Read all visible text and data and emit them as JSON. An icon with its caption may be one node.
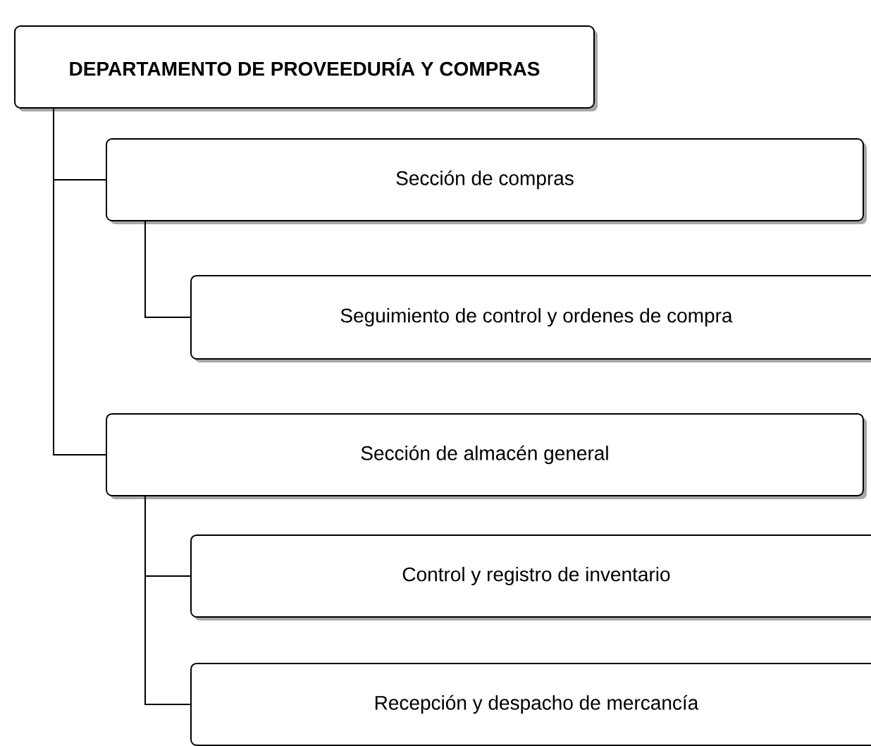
{
  "diagram": {
    "nodes": [
      {
        "text": [
          "DEPARTAMENTO DE PROVEEDURÍA Y COMPRAS"
        ]
      },
      {
        "text": [
          "Sección de compras"
        ]
      },
      {
        "text": [
          "Seguimiento de control y ordenes de compra"
        ]
      },
      {
        "text": [
          "Sección de almacén general"
        ]
      },
      {
        "text": [
          "Control y registro de inventario"
        ]
      },
      {
        "text": [
          "Recepción y despacho de mercancía"
        ]
      }
    ],
    "edges": [
      {
        "from": 0,
        "to": 1,
        "arrow": "none"
      },
      {
        "from": 0,
        "to": 3,
        "arrow": "none"
      },
      {
        "from": 1,
        "to": 2,
        "arrow": "none"
      },
      {
        "from": 3,
        "to": 4,
        "arrow": "none"
      },
      {
        "from": 3,
        "to": 5,
        "arrow": "none"
      }
    ]
  }
}
